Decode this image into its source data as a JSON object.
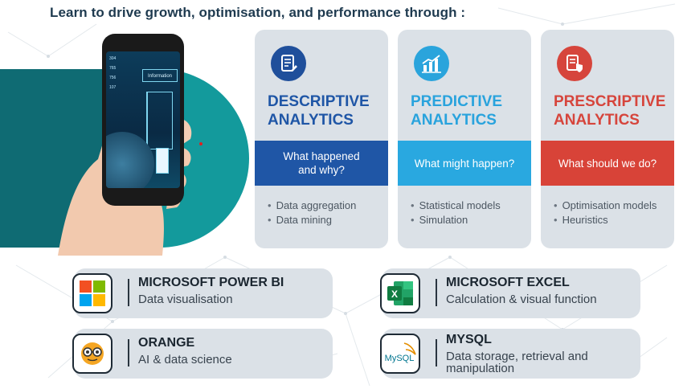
{
  "headline": "Learn to drive growth, optimisation, and performance through :",
  "phone": {
    "screen_label": "Information",
    "screen_numbers": [
      "304",
      "765",
      "756",
      "107"
    ]
  },
  "analytics": [
    {
      "title": "DESCRIPTIVE\nANALYTICS",
      "question": "What happened\nand why?",
      "bullets": [
        "Data aggregation",
        "Data mining"
      ],
      "icon": "document-edit-icon",
      "title_color": "#1f56a6",
      "band_color": "#1f56a6",
      "icon_color": "#1f4f9b"
    },
    {
      "title": "PREDICTIVE\nANALYTICS",
      "question": "What might happen?",
      "bullets": [
        "Statistical models",
        "Simulation"
      ],
      "icon": "chart-growth-icon",
      "title_color": "#29a3dd",
      "band_color": "#29a8e0",
      "icon_color": "#2aa4dc"
    },
    {
      "title": "PRESCRIPTIVE\nANALYTICS",
      "question": "What should we do?",
      "bullets": [
        "Optimisation models",
        "Heuristics"
      ],
      "icon": "checklist-shield-icon",
      "title_color": "#d6453c",
      "band_color": "#d84338",
      "icon_color": "#d6453c"
    }
  ],
  "tools": [
    {
      "name": "MICROSOFT POWER BI",
      "description": "Data visualisation",
      "icon": "microsoft-logo-icon"
    },
    {
      "name": "MICROSOFT EXCEL",
      "description": "Calculation & visual function",
      "icon": "excel-logo-icon"
    },
    {
      "name": "ORANGE",
      "description": "AI & data science",
      "icon": "orange-logo-icon"
    },
    {
      "name": "MYSQL",
      "description": "Data storage, retrieval and manipulation",
      "icon": "mysql-logo-icon",
      "icon_text": "MySQL"
    }
  ]
}
